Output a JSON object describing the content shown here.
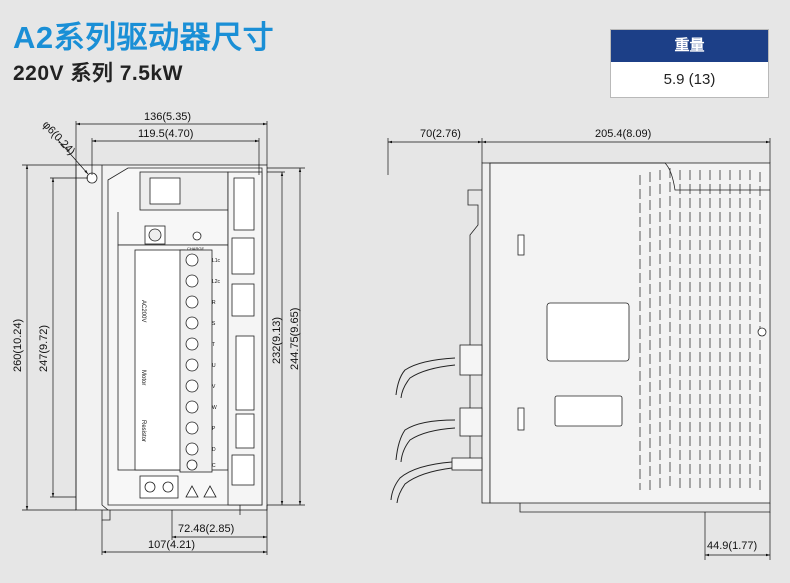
{
  "header": {
    "title": "A2系列驱动器尺寸",
    "subtitle": "220V 系列 7.5kW"
  },
  "weight_table": {
    "header": "重量",
    "value": "5.9 (13)"
  },
  "front_view": {
    "dim_overall_width": "136(5.35)",
    "dim_hole_spacing": "119.5(4.70)",
    "dim_hole_diameter": "φ6(0.24)",
    "dim_overall_height": "260(10.24)",
    "dim_hole_height": "247(9.72)",
    "dim_body_height": "232(9.13)",
    "dim_inner_height": "244.75(9.65)",
    "dim_mount_offset": "72.48(2.85)",
    "dim_base_width": "107(4.21)",
    "terminal_labels": [
      "L1c",
      "L2c",
      "R",
      "S",
      "T",
      "U",
      "V",
      "W",
      "P",
      "D",
      "C"
    ],
    "group_labels": [
      "AC200V",
      "Motor",
      "Resistor"
    ],
    "charge_label": "CHARGE"
  },
  "side_view": {
    "dim_left": "70(2.76)",
    "dim_depth": "205.4(8.09)",
    "dim_bottom": "44.9(1.77)"
  },
  "colors": {
    "title": "#1a8fd6",
    "table_header": "#1c3f87",
    "background": "#e6e6e6"
  }
}
